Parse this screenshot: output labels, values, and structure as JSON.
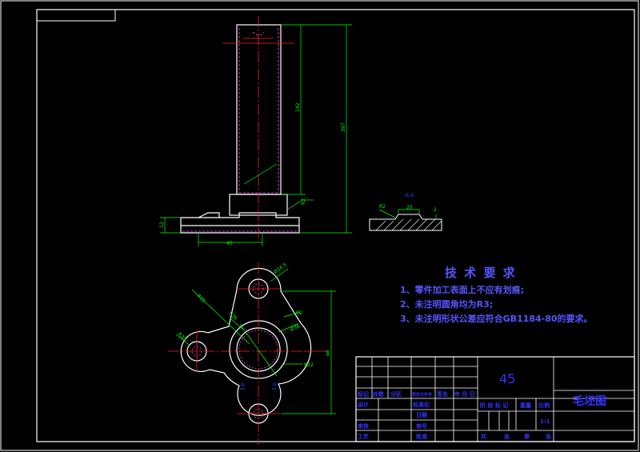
{
  "section_label": "A-A",
  "section_marks": [
    "A",
    "A"
  ],
  "dims": {
    "total_height": "397",
    "shaft_length": "142",
    "base_width": "40",
    "flange_thk": "12",
    "fillet_r": "R2",
    "lobe_top": "Ø16.5",
    "r10_label": "R10",
    "r36_label": "R36",
    "r30_label": "R30",
    "r22_label": "R22",
    "r2_label": "R2",
    "r6_label": "R6",
    "bore_label": "Ø36",
    "height_90": "90",
    "sec_r": "R2",
    "sec_w": "20",
    "sec_h": "2"
  },
  "notes": {
    "title": "技 术 要 求",
    "items": [
      "1、零件加工表面上不应有划痕;",
      "2、未注明圆角均为R3;",
      "3、未注明形状公差应符合GB1184-80的要求。"
    ]
  },
  "title_block": {
    "material": "45",
    "drawing_name": "毛坯图",
    "scale": "1:1",
    "row_labels": [
      "标记",
      "设计",
      "审核",
      "工艺"
    ],
    "col_labels": [
      "处数",
      "分区",
      "更改文件号",
      "签名",
      "年 月 日"
    ],
    "mid_labels": [
      "标准化",
      "日期",
      "审号",
      "批准"
    ],
    "stage_labels": [
      "阶 段 标 记",
      "重量",
      "比例"
    ],
    "bottom_labels": [
      "共",
      "张",
      "第",
      "张"
    ]
  },
  "colors": {
    "background": "#000000",
    "outline": "#ffffff",
    "centerline": "#ff2222",
    "dimension": "#00ff00",
    "hidden": "#ff44ff",
    "text": "#3333ff"
  }
}
